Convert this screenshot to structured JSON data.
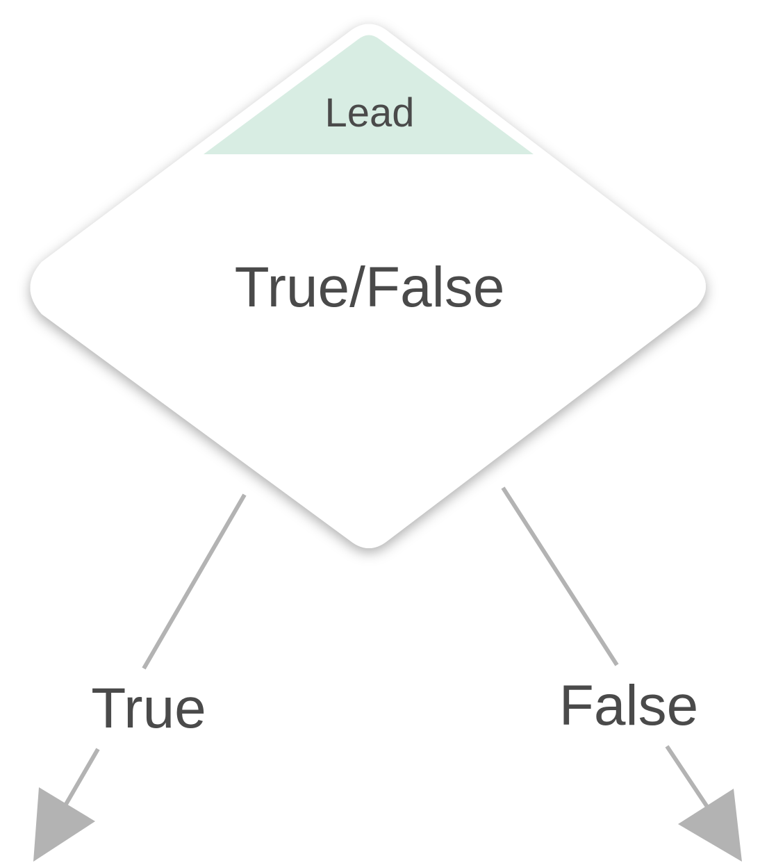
{
  "node": {
    "type_badge": "Lead",
    "title": "True/False"
  },
  "branches": {
    "true_label": "True",
    "false_label": "False"
  },
  "colors": {
    "badge_fill": "#d8ede3",
    "node_fill": "#ffffff",
    "text": "#4a4a4a",
    "connector": "#b3b3b3"
  }
}
